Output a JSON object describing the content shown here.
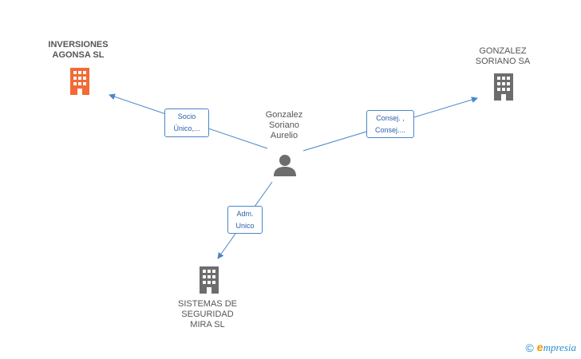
{
  "colors": {
    "edge": "#4a86c9",
    "highlight_building": "#f26a35",
    "building": "#6d6d6d",
    "person": "#6d6d6d"
  },
  "nodes": {
    "center_person": {
      "line1": "Gonzalez",
      "line2": "Soriano",
      "line3": "Aurelio"
    },
    "inversiones": {
      "line1": "INVERSIONES",
      "line2": "AGONSA SL"
    },
    "gonzalez_soriano": {
      "line1": "GONZALEZ",
      "line2": "SORIANO SA"
    },
    "sistemas": {
      "line1": "SISTEMAS DE",
      "line2": "SEGURIDAD",
      "line3": "MIRA SL"
    }
  },
  "edges": {
    "to_inversiones": {
      "line1": "Socio",
      "line2": "Único,..."
    },
    "to_gonzalez_soriano": {
      "line1": "Consej. ,",
      "line2": "Consej...."
    },
    "to_sistemas": {
      "line1": "Adm.",
      "line2": "Unico"
    }
  },
  "footer": {
    "copyright_symbol": "©",
    "brand_first": "e",
    "brand_rest": "mpresia"
  }
}
